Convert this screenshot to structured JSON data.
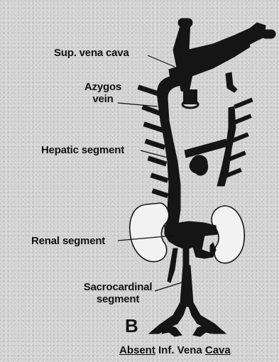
{
  "labels": {
    "sup_vena_cava": "Sup. vena cava",
    "azygos_line1": "Azygos",
    "azygos_line2": "vein",
    "hepatic_segment": "Hepatic segment",
    "renal_segment": "Renal segment",
    "sacrocardinal_line1": "Sacrocardinal",
    "sacrocardinal_line2": "segment"
  },
  "panel_letter": "B",
  "caption": {
    "part1": "Absent",
    "part2": "Inf. Vena",
    "part3": "Cava"
  }
}
